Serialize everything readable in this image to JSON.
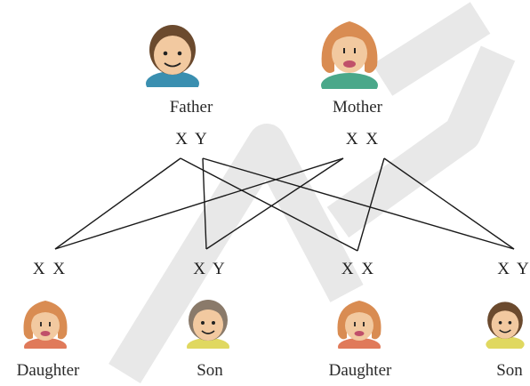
{
  "parents": {
    "father": {
      "label": "Father",
      "genotype": "X Y"
    },
    "mother": {
      "label": "Mother",
      "genotype": "X X"
    }
  },
  "children": [
    {
      "label": "Daughter",
      "genotype": "X X"
    },
    {
      "label": "Son",
      "genotype": "X Y"
    },
    {
      "label": "Daughter",
      "genotype": "X X"
    },
    {
      "label": "Son",
      "genotype": "X Y"
    }
  ],
  "colors": {
    "line": "#1a1a1a",
    "watermark": "#e6e6e6",
    "skin": "#f2c9a0",
    "father_hair": "#6b4a2e",
    "mother_hair": "#d98c52",
    "father_shirt": "#3a8fb0",
    "mother_shirt": "#4aa88a",
    "son_shirt": "#e0d860",
    "daughter_shirt": "#e07a5a"
  }
}
